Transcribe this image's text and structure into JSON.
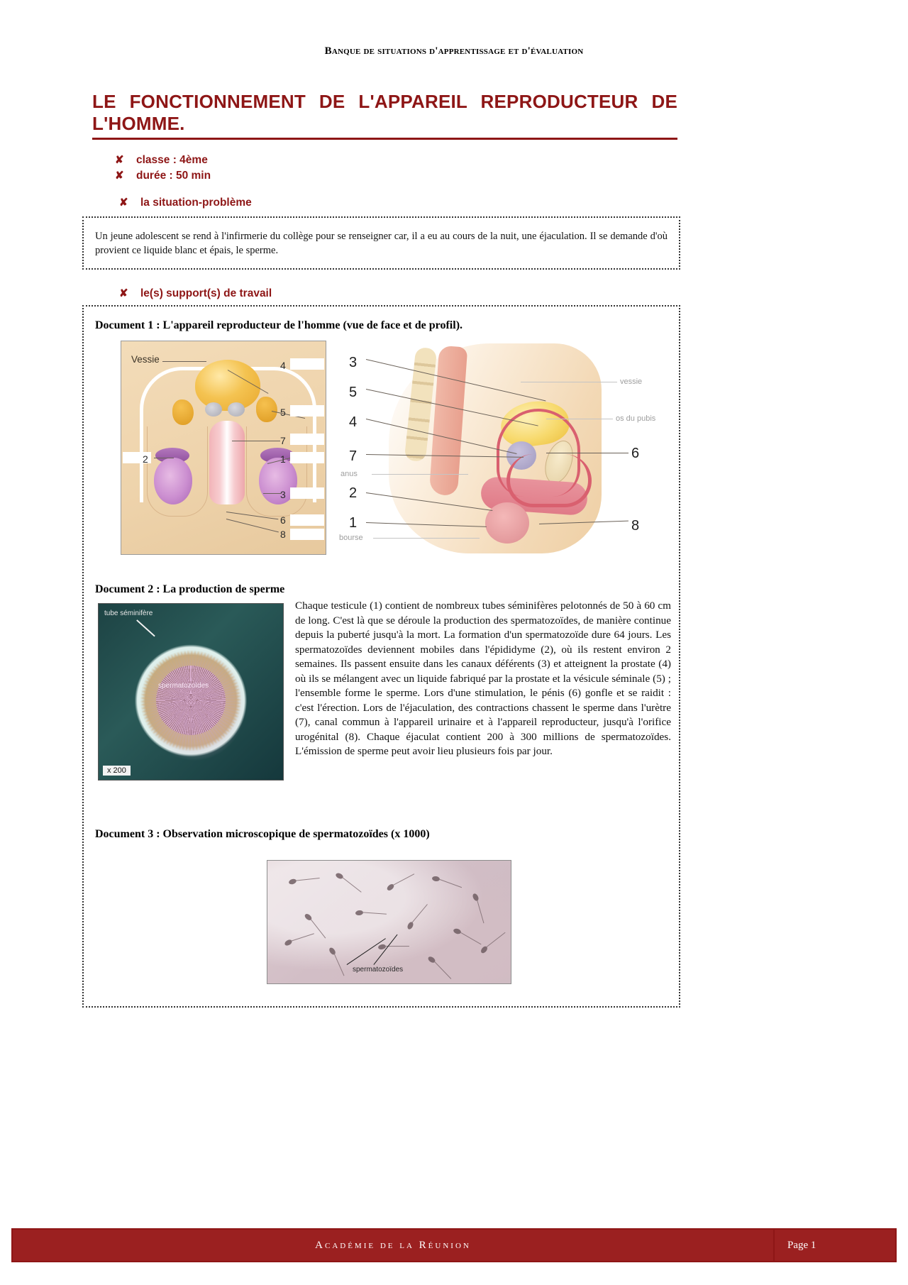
{
  "header": {
    "running_head": "Banque de situations d'apprentissage et d'évaluation"
  },
  "title": {
    "line1": "LE FONCTIONNEMENT DE L'APPAREIL REPRODUCTEUR DE",
    "line2": "L'HOMME.",
    "accent_color": "#8e1616"
  },
  "meta": {
    "bullet_mark": "✘",
    "classe": "classe : 4ème",
    "duree": "durée : 50 min"
  },
  "sections": {
    "situation_heading": "la situation-problème",
    "situation_text": "Un jeune adolescent se rend à l'infirmerie du collège pour se renseigner car, il a eu au cours de la nuit, une éjaculation. Il se demande d'où provient ce liquide blanc et épais, le sperme.",
    "supports_heading": "le(s) support(s) de travail"
  },
  "documents": {
    "doc1": {
      "caption": "Document 1 : L'appareil reproducteur de l'homme (vue de face et de profil).",
      "front_view": {
        "label_vessie": "Vessie",
        "numbers": [
          "4",
          "5",
          "7",
          "1",
          "3",
          "6",
          "8",
          "2"
        ]
      },
      "profile_view": {
        "numbers_left": [
          "3",
          "5",
          "4",
          "7",
          "2",
          "1"
        ],
        "numbers_right": [
          "6",
          "8"
        ],
        "label_anus": "anus",
        "label_bourse": "bourse",
        "label_vessie": "vessie",
        "label_pubis": "os du pubis"
      }
    },
    "doc2": {
      "caption": "Document 2 : La production de sperme",
      "micrograph": {
        "label_tube": "tube séminifère",
        "label_spermatozoides": "spermatozoïdes",
        "magnification": "x 200"
      },
      "text": "Chaque testicule (1) contient de nombreux tubes séminifères pelotonnés de 50 à 60 cm de long. C'est là que se déroule la production des spermatozoïdes, de manière continue depuis la puberté jusqu'à la mort. La formation d'un spermatozoïde dure 64 jours. Les spermatozoïdes deviennent mobiles dans l'épididyme (2), où ils restent environ 2 semaines. Ils passent ensuite dans les canaux déférents (3) et atteignent la prostate (4) où ils se mélangent avec un liquide fabriqué par la prostate et la vésicule séminale (5) ; l'ensemble forme le sperme. Lors d'une stimulation, le pénis (6) gonfle et se raidit : c'est l'érection. Lors de l'éjaculation, des contractions chassent le sperme dans l'urètre (7), canal commun à l'appareil urinaire et à l'appareil reproducteur, jusqu'à l'orifice urogénital (8). Chaque éjaculat contient 200 à 300 millions de spermatozoïdes. L'émission de sperme peut avoir lieu plusieurs fois par jour."
    },
    "doc3": {
      "caption": "Document 3 : Observation microscopique de spermatozoïdes (x 1000)",
      "label_spermatozoides": "spermatozoïdes"
    }
  },
  "footer": {
    "institution": "Académie de la Réunion",
    "page": "Page 1",
    "bar_color": "#9b2020"
  }
}
